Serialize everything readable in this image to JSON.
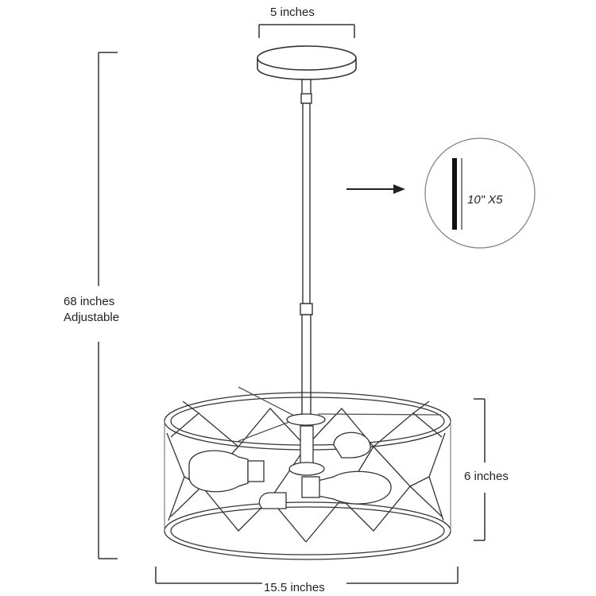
{
  "dimensions": {
    "canopy_width": "5 inches",
    "overall_height_line1": "68 inches",
    "overall_height_line2": "Adjustable",
    "cage_height": "6 inches",
    "cage_width": "15.5 inches",
    "rod_detail": "10\" X5"
  },
  "colors": {
    "line": "#333333",
    "light_line": "#888888",
    "detail_circle": "#6f8a6f"
  }
}
